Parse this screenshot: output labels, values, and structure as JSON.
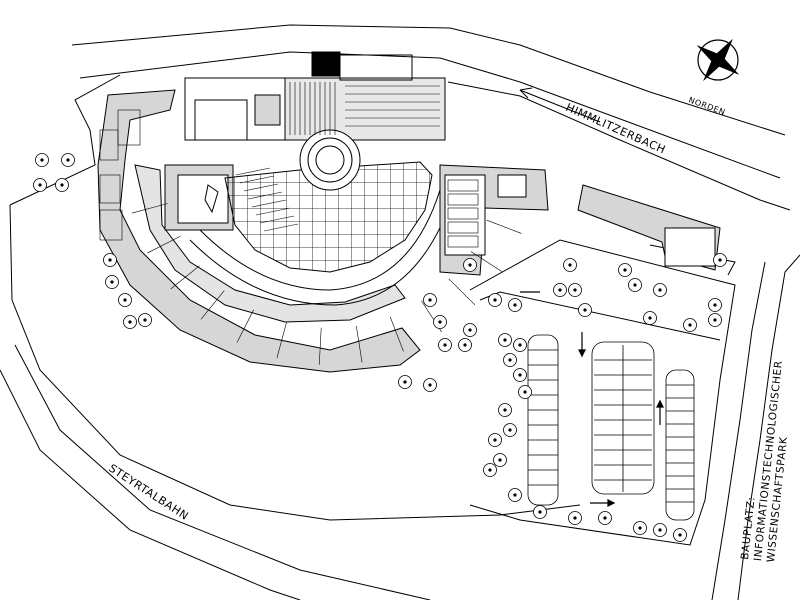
{
  "labels": {
    "stream": "HIMMLITZERBACH",
    "railway": "STEYRTALBAHN",
    "north": "NORDEN",
    "site_line1": "BAUPLATZ:",
    "site_line2": "INFORMATIONSTECHNOLOGISCHER",
    "site_line3": "WISSENSCHAFTSPARK"
  },
  "colors": {
    "line": "#000000",
    "building_fill": "#d6d6d6",
    "background": "#ffffff"
  },
  "icons": {
    "north_arrow": "compass-rose-icon",
    "flow_arrow": "arrow-icon",
    "tree": "tree-icon"
  }
}
